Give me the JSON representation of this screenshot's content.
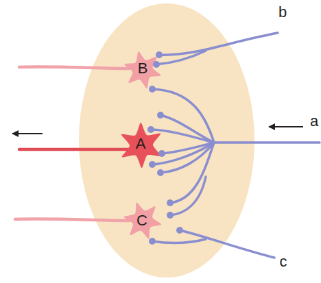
{
  "diagram": {
    "labels": [
      "b",
      "B",
      "a",
      "A",
      "C",
      "c"
    ]
  }
}
